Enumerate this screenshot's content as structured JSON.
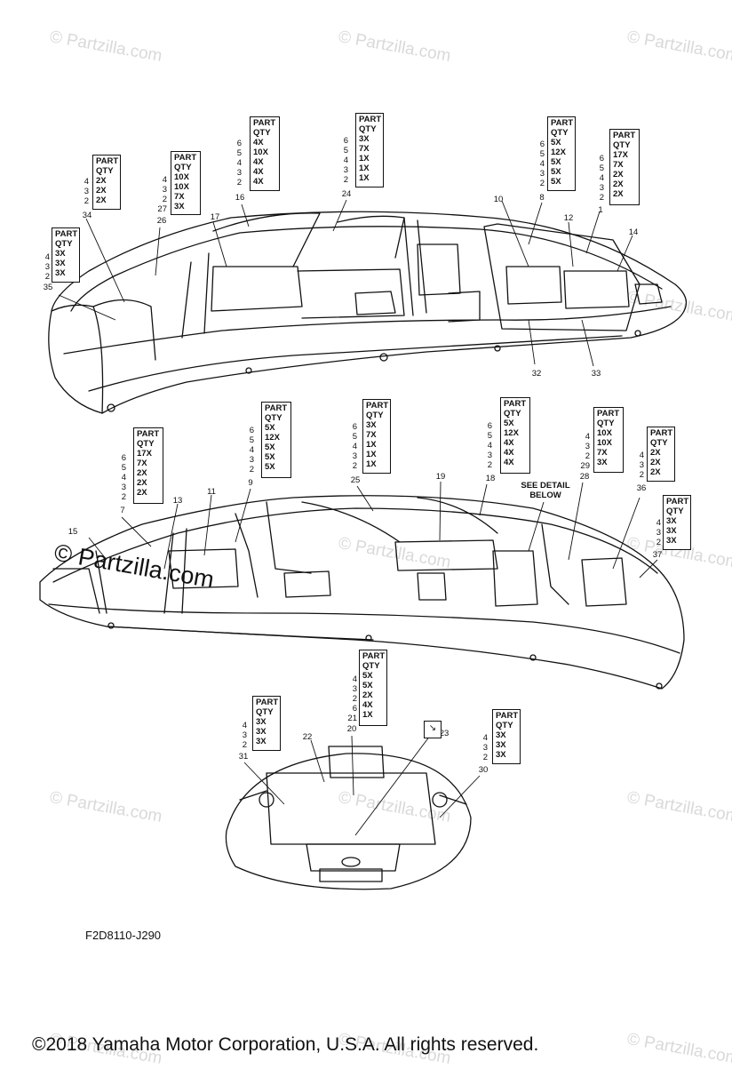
{
  "watermark": "© Partzilla.com",
  "watermark_big": "© Partzilla.com",
  "diagram_code": "F2D8110-J290",
  "copyright": "©2018  Yamaha Motor Corporation, U.S.A. All rights reserved.",
  "detail_note": "SEE DETAIL\nBELOW",
  "table_header": [
    "PART",
    "QTY"
  ],
  "tables": [
    {
      "id": "34",
      "nums": [
        "4",
        "3",
        "2"
      ],
      "qty": [
        "2X",
        "2X",
        "2X"
      ]
    },
    {
      "id": "26",
      "nums": [
        "4",
        "3",
        "2",
        "27"
      ],
      "qty": [
        "10X",
        "10X",
        "7X",
        "3X"
      ]
    },
    {
      "id": "16",
      "nums": [
        "6",
        "5",
        "4",
        "3",
        "2"
      ],
      "qty": [
        "4X",
        "10X",
        "4X",
        "4X",
        "4X"
      ]
    },
    {
      "id": "24",
      "nums": [
        "6",
        "5",
        "4",
        "3",
        "2"
      ],
      "qty": [
        "3X",
        "7X",
        "1X",
        "1X",
        "1X"
      ]
    },
    {
      "id": "8",
      "nums": [
        "6",
        "5",
        "4",
        "3",
        "2"
      ],
      "qty": [
        "5X",
        "12X",
        "5X",
        "5X",
        "5X"
      ]
    },
    {
      "id": "1",
      "nums": [
        "6",
        "5",
        "4",
        "3",
        "2"
      ],
      "qty": [
        "17X",
        "7X",
        "2X",
        "2X",
        "2X"
      ]
    },
    {
      "id": "35",
      "nums": [
        "4",
        "3",
        "2"
      ],
      "qty": [
        "3X",
        "3X",
        "3X"
      ]
    },
    {
      "id": "7",
      "nums": [
        "6",
        "5",
        "4",
        "3",
        "2"
      ],
      "qty": [
        "17X",
        "7X",
        "2X",
        "2X",
        "2X"
      ]
    },
    {
      "id": "9",
      "nums": [
        "6",
        "5",
        "4",
        "3",
        "2"
      ],
      "qty": [
        "5X",
        "12X",
        "5X",
        "5X",
        "5X"
      ]
    },
    {
      "id": "25",
      "nums": [
        "6",
        "5",
        "4",
        "3",
        "2"
      ],
      "qty": [
        "3X",
        "7X",
        "1X",
        "1X",
        "1X"
      ]
    },
    {
      "id": "18",
      "nums": [
        "6",
        "5",
        "4",
        "3",
        "2"
      ],
      "qty": [
        "5X",
        "12X",
        "4X",
        "4X",
        "4X"
      ]
    },
    {
      "id": "28",
      "nums": [
        "4",
        "3",
        "2",
        "29"
      ],
      "qty": [
        "10X",
        "10X",
        "7X",
        "3X"
      ]
    },
    {
      "id": "36",
      "nums": [
        "4",
        "3",
        "2"
      ],
      "qty": [
        "2X",
        "2X",
        "2X"
      ]
    },
    {
      "id": "37",
      "nums": [
        "4",
        "3",
        "2"
      ],
      "qty": [
        "3X",
        "3X",
        "3X"
      ]
    },
    {
      "id": "20",
      "nums": [
        "4",
        "3",
        "2",
        "6",
        "21"
      ],
      "qty": [
        "5X",
        "5X",
        "2X",
        "4X",
        "1X"
      ]
    },
    {
      "id": "31",
      "nums": [
        "4",
        "3",
        "2"
      ],
      "qty": [
        "3X",
        "3X",
        "3X"
      ]
    },
    {
      "id": "30",
      "nums": [
        "4",
        "3",
        "2"
      ],
      "qty": [
        "3X",
        "3X",
        "3X"
      ]
    }
  ],
  "callouts": [
    "17",
    "10",
    "12",
    "14",
    "32",
    "33",
    "13",
    "11",
    "15",
    "19",
    "22",
    "23"
  ]
}
